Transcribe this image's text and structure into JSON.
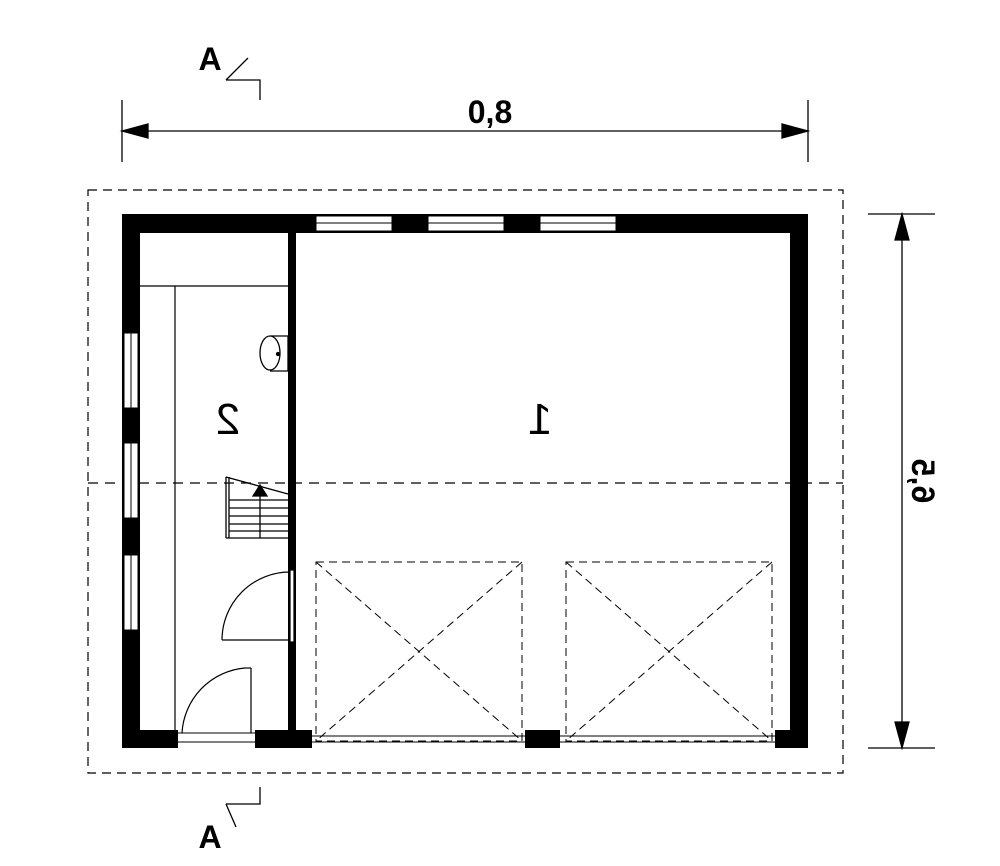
{
  "plan": {
    "section_marker": "A",
    "width_dimension": "0,8",
    "depth_dimension": "6,5",
    "rooms": [
      {
        "number": "1"
      },
      {
        "number": "2"
      }
    ]
  },
  "colors": {
    "ink": "#000000",
    "background": "#ffffff"
  }
}
